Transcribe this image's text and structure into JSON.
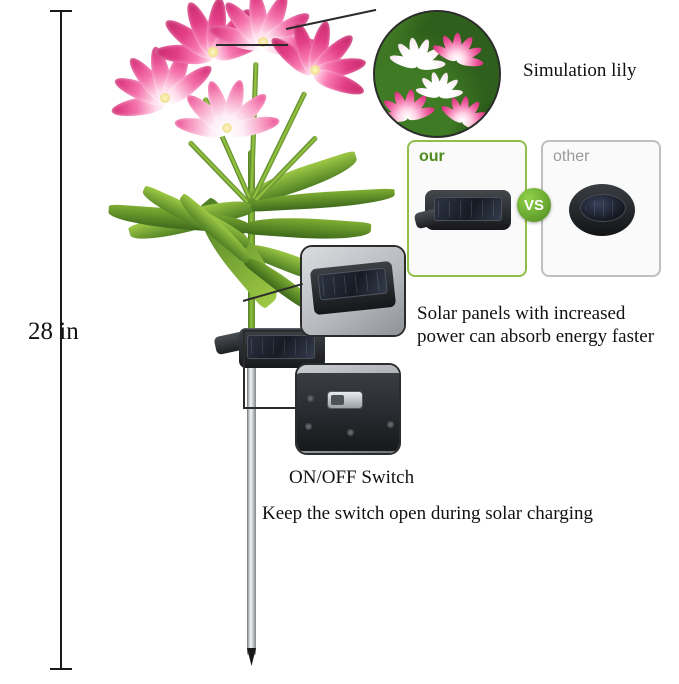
{
  "product": {
    "height_label": "28 in"
  },
  "callouts": {
    "simulation_lily": "Simulation lily",
    "solar_panels": "Solar panels with increased power can absorb energy faster",
    "switch": "ON/OFF Switch",
    "keep_switch": "Keep the switch open during solar charging"
  },
  "comparison": {
    "our_label": "our",
    "other_label": "other",
    "vs_label": "VS"
  },
  "colors": {
    "petal_pink": "#e23d86",
    "petal_light": "#f9a8cb",
    "leaf_green": "#7fae33",
    "accent_green": "#4e8a1e",
    "stake_silver": "#c9ced1",
    "device_black": "#1d1f22",
    "text": "#111111"
  }
}
